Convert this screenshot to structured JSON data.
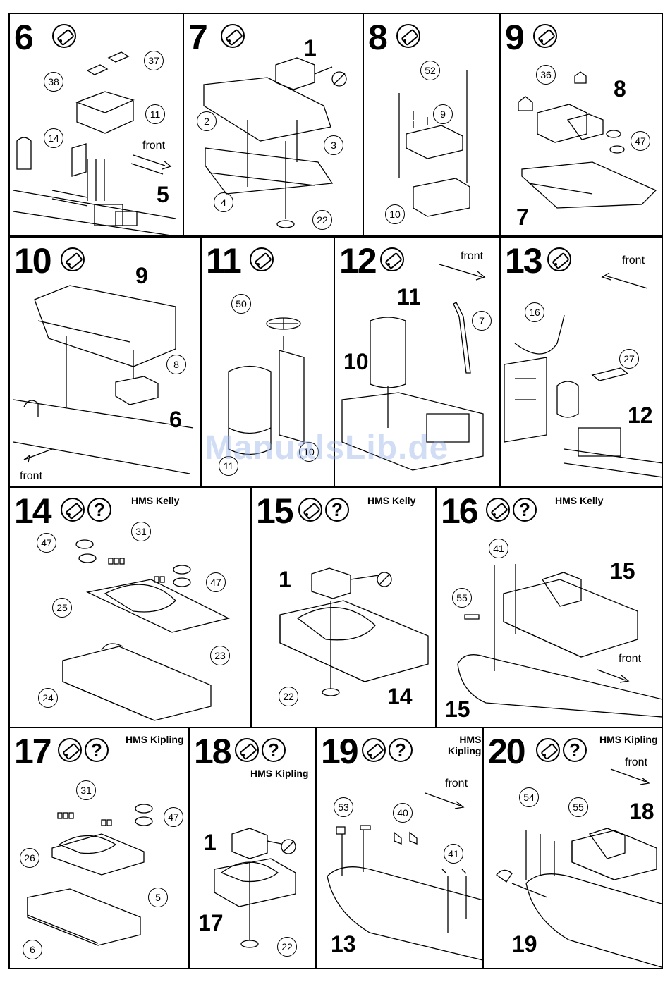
{
  "watermark": "ManualsLib.de",
  "steps": {
    "s6": {
      "num": "6",
      "front": "front",
      "refs": [
        "5"
      ],
      "callouts": [
        "37",
        "38",
        "11",
        "14"
      ]
    },
    "s7": {
      "num": "7",
      "refs": [
        "1"
      ],
      "callouts": [
        "2",
        "3",
        "4",
        "22"
      ]
    },
    "s8": {
      "num": "8",
      "callouts": [
        "52",
        "9",
        "10"
      ]
    },
    "s9": {
      "num": "9",
      "refs": [
        "8",
        "7"
      ],
      "callouts": [
        "36",
        "47"
      ]
    },
    "s10": {
      "num": "10",
      "front": "front",
      "refs": [
        "9",
        "6"
      ],
      "callouts": [
        "8"
      ]
    },
    "s11": {
      "num": "11",
      "callouts": [
        "50",
        "10",
        "11"
      ]
    },
    "s12": {
      "num": "12",
      "front": "front",
      "refs": [
        "11",
        "10"
      ],
      "callouts": [
        "7"
      ]
    },
    "s13": {
      "num": "13",
      "front": "front",
      "refs": [
        "12"
      ],
      "callouts": [
        "16",
        "27"
      ]
    },
    "s14": {
      "num": "14",
      "ship": "HMS Kelly",
      "callouts": [
        "47",
        "31",
        "47",
        "25",
        "23",
        "24"
      ]
    },
    "s15": {
      "num": "15",
      "ship": "HMS Kelly",
      "refs": [
        "1",
        "14"
      ],
      "callouts": [
        "22"
      ]
    },
    "s16": {
      "num": "16",
      "ship": "HMS Kelly",
      "front": "front",
      "refs": [
        "15",
        "15"
      ],
      "callouts": [
        "41",
        "55"
      ]
    },
    "s17": {
      "num": "17",
      "ship": "HMS Kipling",
      "callouts": [
        "31",
        "47",
        "26",
        "5",
        "6"
      ]
    },
    "s18": {
      "num": "18",
      "ship": "HMS Kipling",
      "refs": [
        "1",
        "17"
      ],
      "callouts": [
        "22"
      ]
    },
    "s19": {
      "num": "19",
      "ship": "HMS\nKipling",
      "front": "front",
      "refs": [
        "13"
      ],
      "callouts": [
        "53",
        "40",
        "41"
      ]
    },
    "s20": {
      "num": "20",
      "ship": "HMS Kipling",
      "front": "front",
      "refs": [
        "18",
        "19"
      ],
      "callouts": [
        "54",
        "55"
      ]
    }
  }
}
